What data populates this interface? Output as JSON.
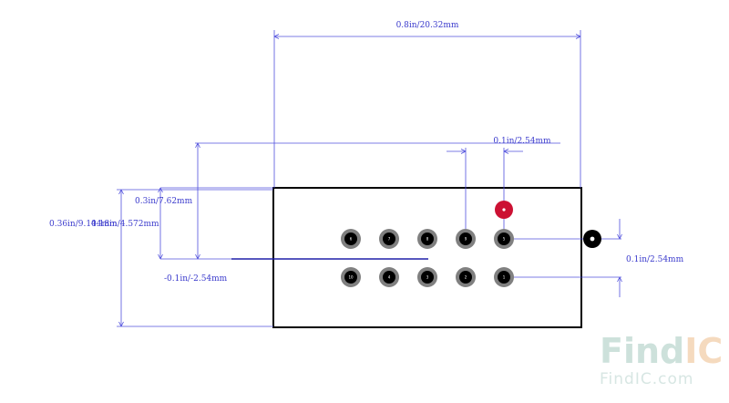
{
  "dimensions": {
    "width_total": "0.8in/20.32mm",
    "pitch_top": "0.1in/2.54mm",
    "row_spacing": "0.3in/7.62mm",
    "height_total": "0.36in/9.144mm",
    "height_inner": "0.18in/4.572mm",
    "offset_neg": "-0.1in/-2.54mm",
    "pitch_right": "0.1in/2.54mm"
  },
  "pads": {
    "top_row": [
      "6",
      "7",
      "8",
      "9",
      "5"
    ],
    "bottom_row": [
      "10",
      "4",
      "3",
      "2",
      "1"
    ]
  },
  "watermark": {
    "logo_text_a": "Find",
    "logo_text_b": "IC",
    "url_text": "FindIC.com"
  },
  "colors": {
    "dimension": "#3a3acc",
    "outline": "#000000",
    "pad_ring": "#808080",
    "pad_core": "#000000",
    "marker": "#cc1133",
    "watermark_a": "#c8ded8",
    "watermark_b": "#f5d6b8"
  }
}
